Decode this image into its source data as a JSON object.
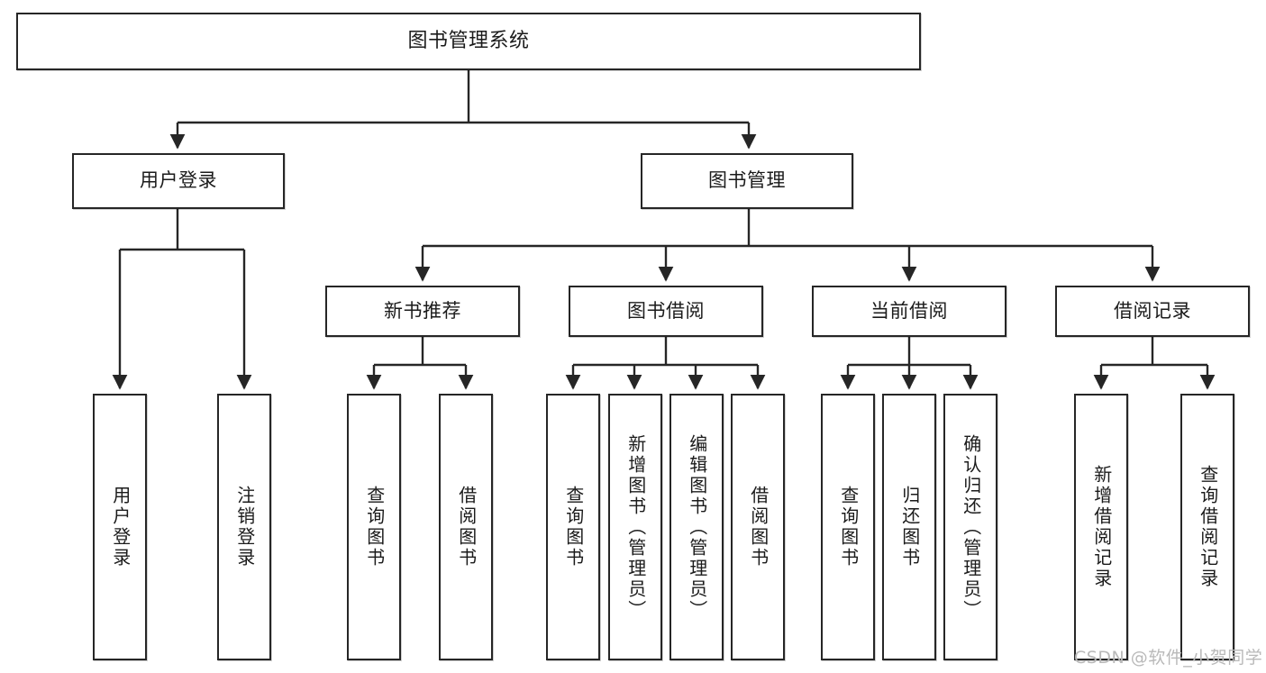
{
  "diagram": {
    "title": "图书管理系统",
    "type": "tree-hierarchy-chart",
    "orientation": "top-down",
    "colors": {
      "node_border": "#262626",
      "node_fill": "#ffffff",
      "edge": "#262626",
      "text": "#1b1b1b",
      "watermark": "#b9b9b9",
      "background": "#ffffff"
    }
  },
  "root": {
    "label": "图书管理系统"
  },
  "level2": [
    {
      "label": "用户登录"
    },
    {
      "label": "图书管理"
    }
  ],
  "level3": [
    {
      "label": "新书推荐"
    },
    {
      "label": "图书借阅"
    },
    {
      "label": "当前借阅"
    },
    {
      "label": "借阅记录"
    }
  ],
  "leaves": {
    "user_login": [
      {
        "label": "用户登录"
      },
      {
        "label": "注销登录"
      }
    ],
    "new_book_recommend": [
      {
        "label": "查询图书"
      },
      {
        "label": "借阅图书"
      }
    ],
    "book_borrow": [
      {
        "label": "查询图书"
      },
      {
        "label": "新增图书（管理员）"
      },
      {
        "label": "编辑图书（管理员）"
      },
      {
        "label": "借阅图书"
      }
    ],
    "current_borrow": [
      {
        "label": "查询图书"
      },
      {
        "label": "归还图书"
      },
      {
        "label": "确认归还（管理员）"
      }
    ],
    "borrow_record": [
      {
        "label": "新增借阅记录"
      },
      {
        "label": "查询借阅记录"
      }
    ]
  },
  "watermark": {
    "text": "CSDN @软件_小贺同学"
  }
}
